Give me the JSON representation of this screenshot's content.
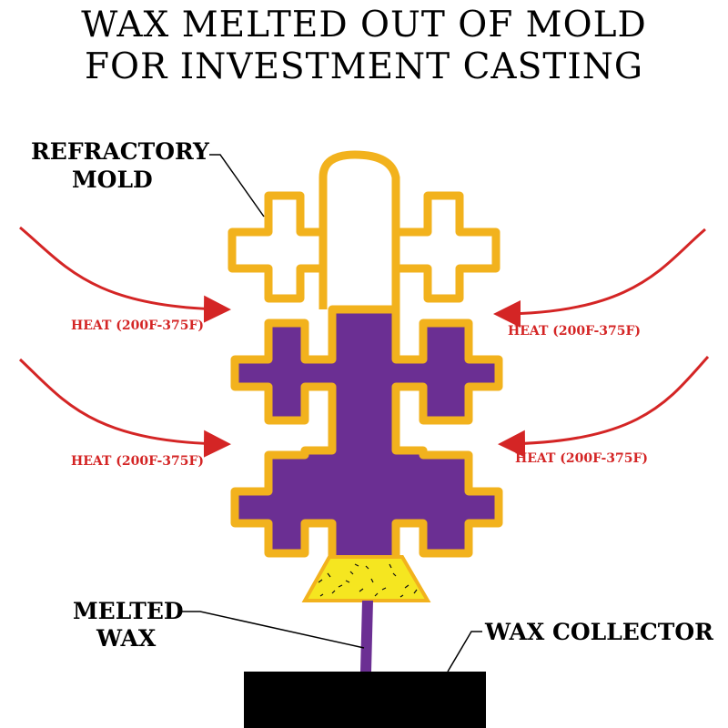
{
  "title": {
    "line1": "WAX MELTED OUT OF MOLD",
    "line2": "FOR INVESTMENT CASTING"
  },
  "labels": {
    "refractory_mold_1": "REFRACTORY",
    "refractory_mold_2": "MOLD",
    "melted_wax_1": "MELTED",
    "melted_wax_2": "WAX",
    "wax_collector": "WAX COLLECTOR"
  },
  "heat_labels": [
    "HEAT (200F-375F)",
    "HEAT (200F-375F)",
    "HEAT (200F-375F)",
    "HEAT (200F-375F)"
  ],
  "colors": {
    "mold_outline": "#f2b21d",
    "wax": "#6b2f93",
    "heat_arrow": "#d42525",
    "funnel": "#f5e620",
    "collector": "#000000"
  }
}
